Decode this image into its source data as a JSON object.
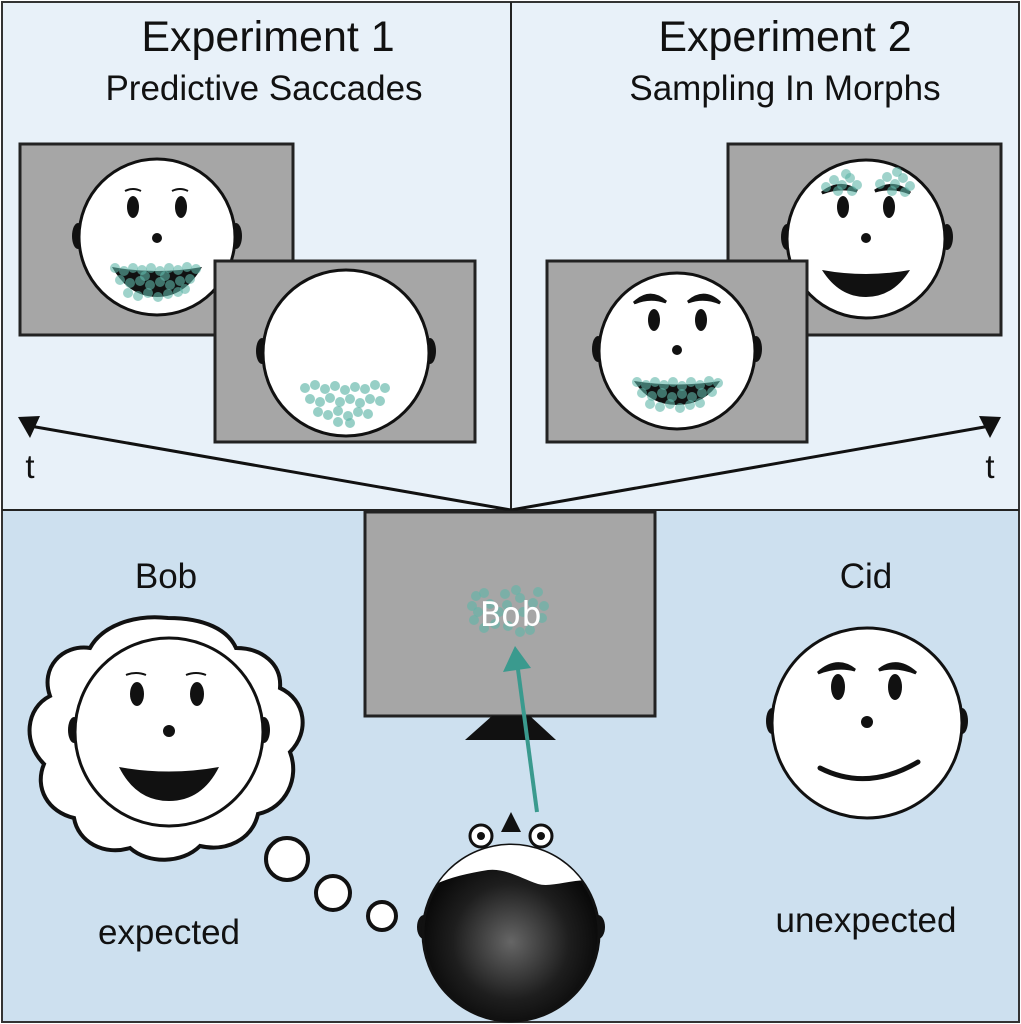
{
  "colors": {
    "top_background": "#e8f1f9",
    "bottom_background": "#cde0ef",
    "screen_gray": "#a6a6a6",
    "fixation_teal": "#5fb5a8",
    "arrow_teal": "#3a9a8e"
  },
  "experiment1": {
    "title": "Experiment 1",
    "subtitle": "Predictive Saccades"
  },
  "experiment2": {
    "title": "Experiment 2",
    "subtitle": "Sampling In Morphs"
  },
  "timeline": {
    "left_label": "t",
    "right_label": "t"
  },
  "scene": {
    "screen_name": "Bob",
    "left_face": {
      "name": "Bob",
      "caption": "expected"
    },
    "right_face": {
      "name": "Cid",
      "caption": "unexpected"
    }
  }
}
